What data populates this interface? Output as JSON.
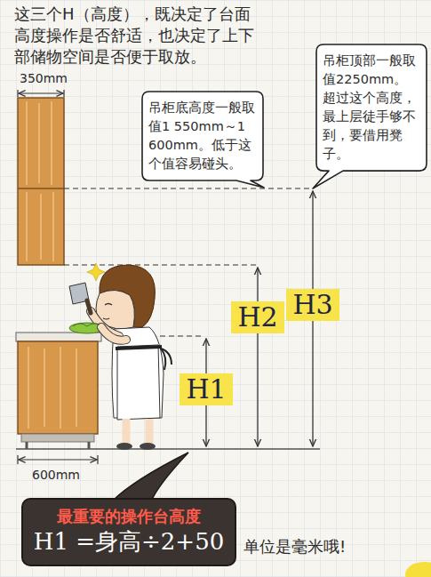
{
  "diagram": {
    "title": "这三个H（高度），既决定了台面高度操作是否舒适，也决定了上下部储物空间是否便于取放。",
    "nodes": [
      {
        "text": [
          "吊柜底高度一般取值1 550mm～1 600mm。低于这个值容易碰头。"
        ]
      },
      {
        "text": [
          "吊柜顶部一般取值2250mm。超过这个高度，最上层徒手够不到，要借用凳子。"
        ]
      },
      {
        "text": [
          "H1"
        ]
      },
      {
        "text": [
          "H2"
        ]
      },
      {
        "text": [
          "H3"
        ]
      },
      {
        "text": [
          "最重要的操作台高度",
          "H1 =身高÷2+50"
        ]
      }
    ],
    "labels": [
      "350mm",
      "600mm",
      "单位是毫米哦!"
    ]
  }
}
